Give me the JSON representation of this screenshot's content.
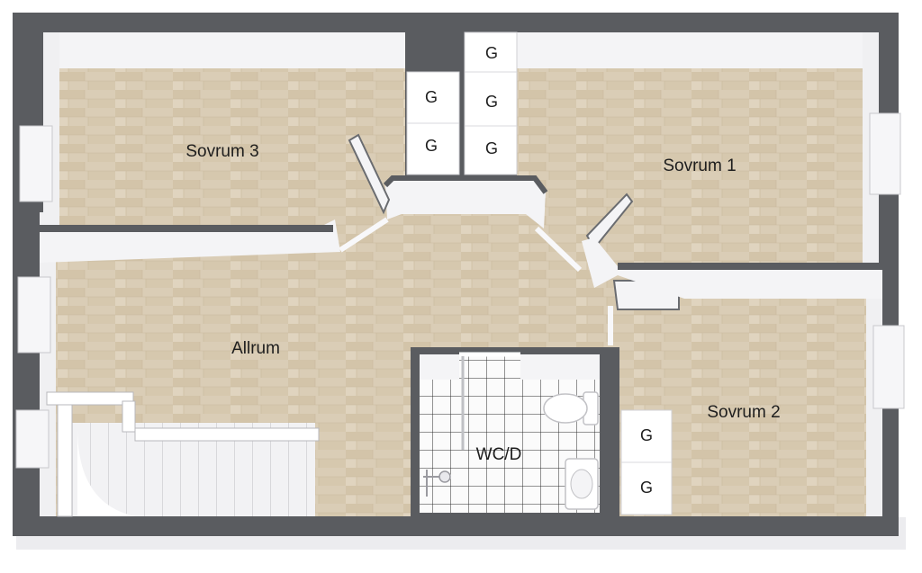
{
  "rooms": {
    "bedroom3": "Sovrum 3",
    "bedroom1": "Sovrum 1",
    "bedroom2": "Sovrum 2",
    "living": "Allrum",
    "bathroom": "WC/D"
  },
  "wardrobes": {
    "label": "G"
  },
  "colors": {
    "wall_dark": "#5a5c60",
    "wall_light": "#f4f4f6",
    "floor_wood": "#d9cbb3",
    "floor_wood_alt": "#cdbd9f",
    "tile": "#fbfbfb",
    "tile_grid": "#2b2b2b"
  }
}
